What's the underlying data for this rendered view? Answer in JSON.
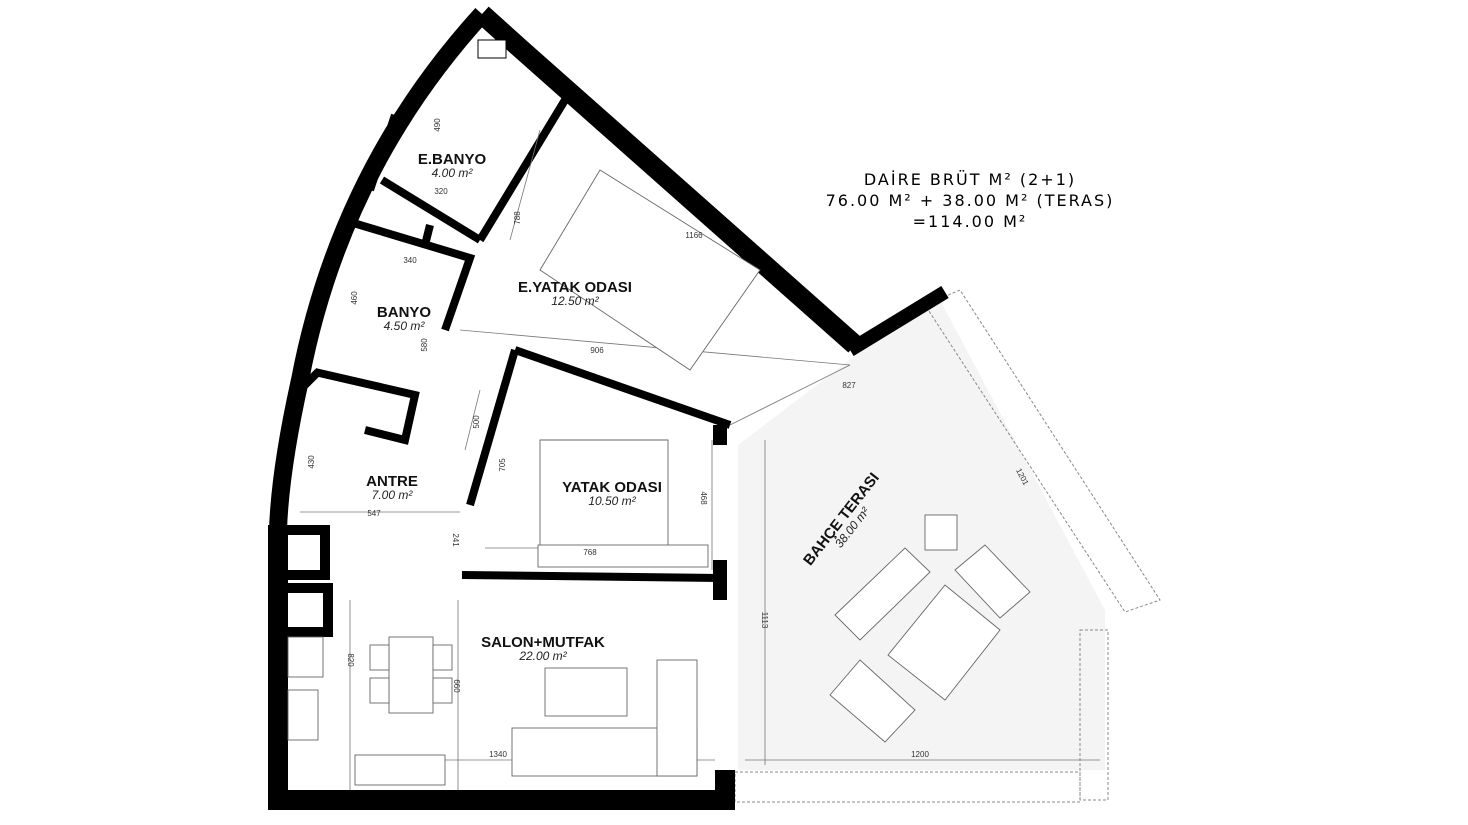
{
  "summary": {
    "line1": "DAİRE BRÜT M² (2+1)",
    "line2": "76.00 M² + 38.00 M² (TERAS)",
    "line3": "=114.00 M²"
  },
  "rooms": {
    "ebanyo": {
      "name": "E.BANYO",
      "area": "4.00 m²"
    },
    "eyatak": {
      "name": "E.YATAK ODASI",
      "area": "12.50 m²"
    },
    "banyo": {
      "name": "BANYO",
      "area": "4.50 m²"
    },
    "antre": {
      "name": "ANTRE",
      "area": "7.00 m²"
    },
    "yatak": {
      "name": "YATAK ODASI",
      "area": "10.50 m²"
    },
    "salon": {
      "name": "SALON+MUTFAK",
      "area": "22.00 m²"
    },
    "teras": {
      "name": "BAHÇE TERASI",
      "area": "38.00 m²"
    }
  },
  "dimensions": {
    "d490": "490",
    "d320": "320",
    "d788": "788",
    "d1166": "1166",
    "d340": "340",
    "d460": "460",
    "d580": "580",
    "d906": "906",
    "d827": "827",
    "d500": "500",
    "d705": "705",
    "d468": "468",
    "d430": "430",
    "d547": "547",
    "d241": "241",
    "d768": "768",
    "d1201": "1201",
    "d820": "820",
    "d660": "660",
    "d1340": "1340",
    "d1113": "1113",
    "d1200": "1200"
  }
}
